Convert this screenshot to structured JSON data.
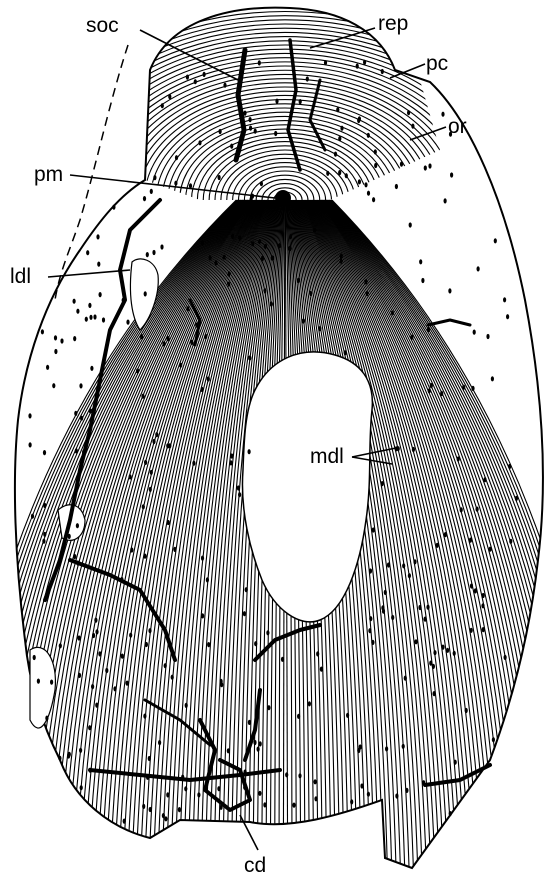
{
  "labels": {
    "soc": "soc",
    "rep": "rep",
    "pc": "pc",
    "or": "or",
    "pm": "pm",
    "ldl": "ldl",
    "mdl": "mdl",
    "cd": "cd"
  },
  "colors": {
    "ink": "#000000",
    "paper": "#ffffff"
  }
}
